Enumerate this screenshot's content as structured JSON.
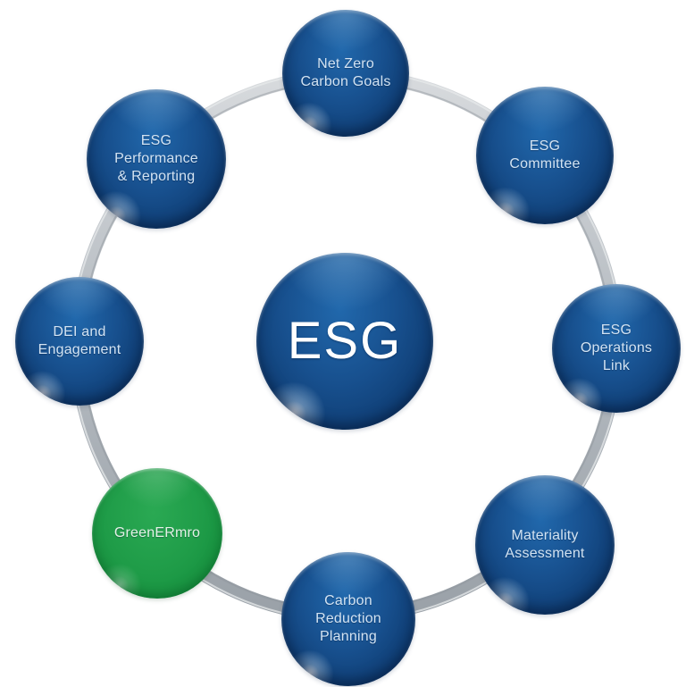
{
  "diagram": {
    "center": {
      "label": "ESG"
    },
    "nodes": [
      {
        "id": "net-zero-carbon-goals",
        "label": "Net Zero\nCarbon Goals",
        "color": "blue"
      },
      {
        "id": "esg-committee",
        "label": "ESG\nCommittee",
        "color": "blue"
      },
      {
        "id": "esg-operations-link",
        "label": "ESG\nOperations\nLink",
        "color": "blue"
      },
      {
        "id": "materiality-assessment",
        "label": "Materiality\nAssessment",
        "color": "blue"
      },
      {
        "id": "carbon-reduction-planning",
        "label": "Carbon\nReduction\nPlanning",
        "color": "blue"
      },
      {
        "id": "greenermro",
        "label": "GreenERmro",
        "color": "green"
      },
      {
        "id": "dei-and-engagement",
        "label": "DEI and\nEngagement",
        "color": "blue"
      },
      {
        "id": "esg-performance-reporting",
        "label": "ESG\nPerformance\n& Reporting",
        "color": "blue"
      }
    ]
  },
  "colors": {
    "background": "#ffffff",
    "blue_light": "#2168ac",
    "blue_mid": "#174f8d",
    "blue_dark": "#0e3b70",
    "blue_edge": "#092e5a",
    "green_light": "#2aa953",
    "green_mid": "#1f9c48",
    "green_dark": "#15903e",
    "green_edge": "#0f7d33",
    "ring_light": "#d7dadd",
    "ring_mid": "#b4bac0",
    "ring_dark": "#9aa1a8",
    "label_blue_text": "#d2e3f3",
    "label_green_text": "#e4f2e6",
    "center_text": "#ffffff"
  }
}
